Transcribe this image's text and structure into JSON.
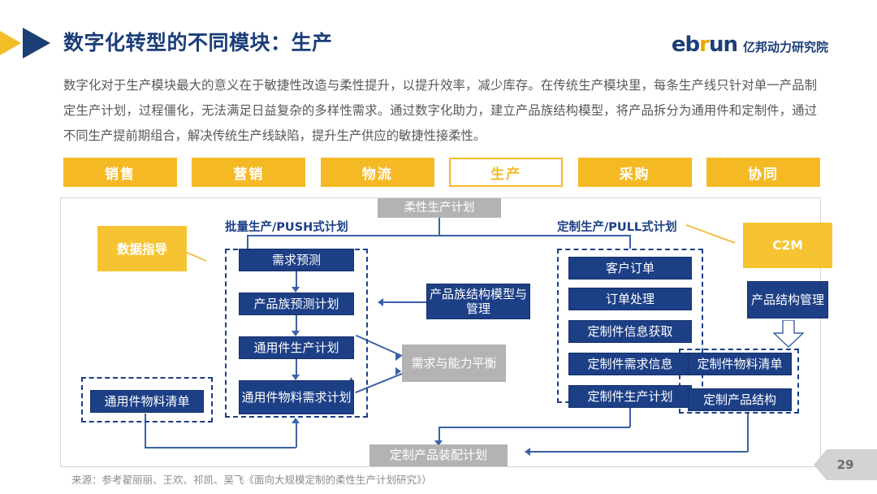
{
  "header": {
    "title": "数字化转型的不同模块：生产",
    "logo_en_a": "eb",
    "logo_en_r": "r",
    "logo_en_b": "un",
    "logo_cn": "亿邦动力研究院",
    "title_color": "#1B3D78",
    "accent_yellow": "#F3BD27"
  },
  "intro": {
    "paragraph": "数字化对于生产模块最大的意义在于敏捷性改造与柔性提升，以提升效率，减少库存。在传统生产模块里，每条生产线只针对单一产品制定生产计划，过程僵化，无法满足日益复杂的多样性需求。通过数字化助力，建立产品族结构模型，将产品拆分为通用件和定制件，通过不同生产提前期组合，解决传统生产线缺陷，提升生产供应的敏捷性接柔性。"
  },
  "tabs": [
    {
      "label": "销售",
      "active": false
    },
    {
      "label": "营销",
      "active": false
    },
    {
      "label": "物流",
      "active": false
    },
    {
      "label": "生产",
      "active": true
    },
    {
      "label": "采购",
      "active": false
    },
    {
      "label": "协同",
      "active": false
    }
  ],
  "diagram": {
    "top_center_label": "柔性生产计划",
    "left_group_label": "批量生产/PUSH式计划",
    "right_group_label": "定制生产/PULL式计划",
    "left_yellow_box": "数据指导",
    "right_yellow_box": "C2M",
    "left_column": [
      "需求预测",
      "产品族预测计划",
      "通用件生产计划",
      "通用件物料需求计划"
    ],
    "left_bom_box": "通用件物料清单",
    "center_boxes": {
      "blue": "产品族结构模型与管理",
      "gray": "需求与能力平衡"
    },
    "right_column": [
      "客户订单",
      "订单处理",
      "定制件信息获取",
      "定制件需求信息",
      "定制件生产计划"
    ],
    "far_right_blue": "产品结构管理",
    "far_right_group": [
      "定制件物料清单",
      "定制产品结构"
    ],
    "bottom_gray_box": "定制产品装配计划"
  },
  "footer": {
    "source": "来源：参考翟丽丽、王欢、祁凯、吴飞《面向大规模定制的柔性生产计划研究》）",
    "page_number": "29"
  }
}
